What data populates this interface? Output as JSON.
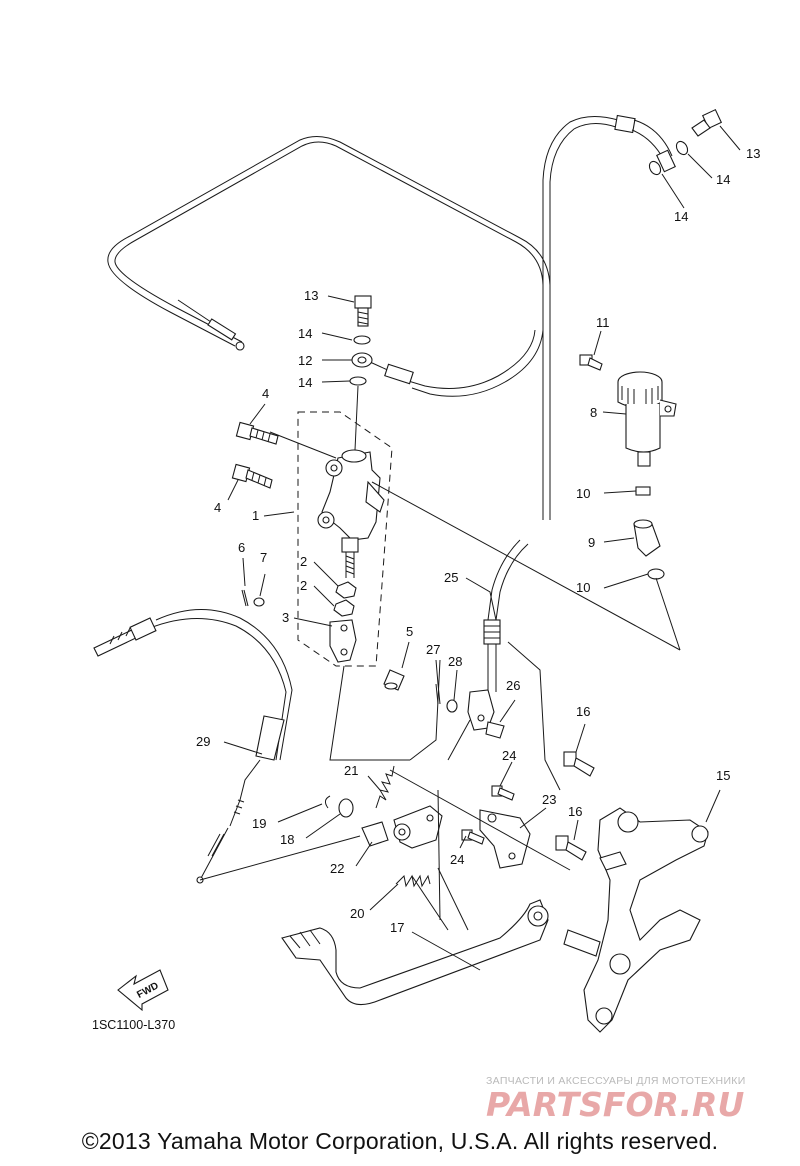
{
  "callouts": [
    {
      "id": "c13a",
      "label": "13"
    },
    {
      "id": "c14a",
      "label": "14"
    },
    {
      "id": "c14b",
      "label": "14"
    },
    {
      "id": "c13b",
      "label": "13"
    },
    {
      "id": "c14c",
      "label": "14"
    },
    {
      "id": "c12",
      "label": "12"
    },
    {
      "id": "c14d",
      "label": "14"
    },
    {
      "id": "c11",
      "label": "11"
    },
    {
      "id": "c8",
      "label": "8"
    },
    {
      "id": "c4a",
      "label": "4"
    },
    {
      "id": "c4b",
      "label": "4"
    },
    {
      "id": "c1",
      "label": "1"
    },
    {
      "id": "c10a",
      "label": "10"
    },
    {
      "id": "c9",
      "label": "9"
    },
    {
      "id": "c6",
      "label": "6"
    },
    {
      "id": "c7",
      "label": "7"
    },
    {
      "id": "c2a",
      "label": "2"
    },
    {
      "id": "c2b",
      "label": "2"
    },
    {
      "id": "c10b",
      "label": "10"
    },
    {
      "id": "c25",
      "label": "25"
    },
    {
      "id": "c3",
      "label": "3"
    },
    {
      "id": "c5",
      "label": "5"
    },
    {
      "id": "c27",
      "label": "27"
    },
    {
      "id": "c28",
      "label": "28"
    },
    {
      "id": "c26",
      "label": "26"
    },
    {
      "id": "c29",
      "label": "29"
    },
    {
      "id": "c16a",
      "label": "16"
    },
    {
      "id": "c24a",
      "label": "24"
    },
    {
      "id": "c21",
      "label": "21"
    },
    {
      "id": "c15",
      "label": "15"
    },
    {
      "id": "c23",
      "label": "23"
    },
    {
      "id": "c16b",
      "label": "16"
    },
    {
      "id": "c19",
      "label": "19"
    },
    {
      "id": "c18",
      "label": "18"
    },
    {
      "id": "c24b",
      "label": "24"
    },
    {
      "id": "c22",
      "label": "22"
    },
    {
      "id": "c20",
      "label": "20"
    },
    {
      "id": "c17",
      "label": "17"
    }
  ],
  "fwd_label": "FWD",
  "drawing_code": "1SC1100-L370",
  "watermark": {
    "tagline": "ЗАПЧАСТИ И АКСЕССУАРЫ ДЛЯ МОТОТЕХНИКИ",
    "logo_text": "PARTSFOR.RU",
    "color": "#e8a8a8"
  },
  "copyright": "©2013 Yamaha Motor Corporation, U.S.A. All rights reserved."
}
